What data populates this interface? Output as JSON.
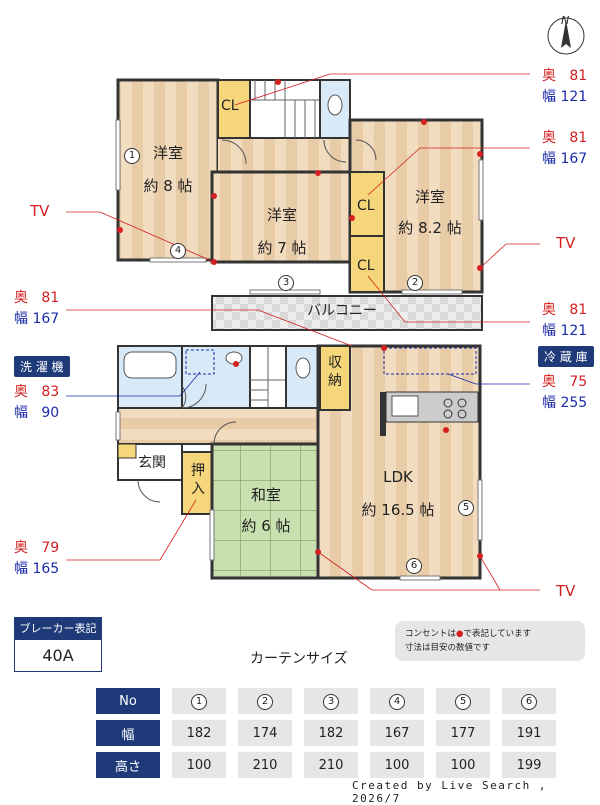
{
  "rooms": {
    "yoshitsu1": {
      "name": "洋室",
      "size": "約 8 帖"
    },
    "yoshitsu2": {
      "name": "洋室",
      "size": "約 7 帖"
    },
    "yoshitsu3": {
      "name": "洋室",
      "size": "約 8.2 帖"
    },
    "washitsu": {
      "name": "和室",
      "size": "約 6 帖"
    },
    "ldk": {
      "name": "LDK",
      "size": "約 16.5 帖"
    },
    "balcony": "バルコニー",
    "entrance": "玄関",
    "closet_label": "CL",
    "oshiire": "押入",
    "shuno": "収納"
  },
  "dimensions": [
    {
      "depth_label": "奥",
      "depth": "81",
      "width_label": "幅",
      "width": "121"
    },
    {
      "depth_label": "奥",
      "depth": "81",
      "width_label": "幅",
      "width": "167"
    },
    {
      "depth_label": "奥",
      "depth": "81",
      "width_label": "幅",
      "width": "167"
    },
    {
      "depth_label": "奥",
      "depth": "81",
      "width_label": "幅",
      "width": "121"
    },
    {
      "depth_label": "奥",
      "depth": "83",
      "width_label": "幅",
      "width": "90"
    },
    {
      "depth_label": "奥",
      "depth": "75",
      "width_label": "幅",
      "width": "255"
    },
    {
      "depth_label": "奥",
      "depth": "79",
      "width_label": "幅",
      "width": "165"
    }
  ],
  "tv_label": "TV",
  "tags": {
    "washer": "洗 濯 機",
    "fridge": "冷 蔵 庫"
  },
  "window_numbers": [
    "1",
    "2",
    "3",
    "4",
    "5",
    "6"
  ],
  "breaker": {
    "title": "ブレーカー表記",
    "value": "40A"
  },
  "note": {
    "line1": "コンセントは",
    "line1b": "で表記しています",
    "line2": "寸法は目安の数値です"
  },
  "curtain": {
    "title": "カーテンサイズ",
    "headers": {
      "no": "No",
      "width": "幅",
      "height": "高さ"
    },
    "numbers": [
      "1",
      "2",
      "3",
      "4",
      "5",
      "6"
    ],
    "widths": [
      "182",
      "174",
      "182",
      "167",
      "177",
      "191"
    ],
    "heights": [
      "100",
      "210",
      "210",
      "100",
      "100",
      "199"
    ]
  },
  "compass": "N",
  "credit": "Created by Live Search , 2026/7",
  "colors": {
    "floor": "#f2dcc0",
    "floor_stripe": "#e8cba7",
    "closet": "#f6d67a",
    "tatami": "#c8e0b0",
    "navy": "#1e3a78",
    "red": "#d42020",
    "blue": "#1a2aa8"
  }
}
